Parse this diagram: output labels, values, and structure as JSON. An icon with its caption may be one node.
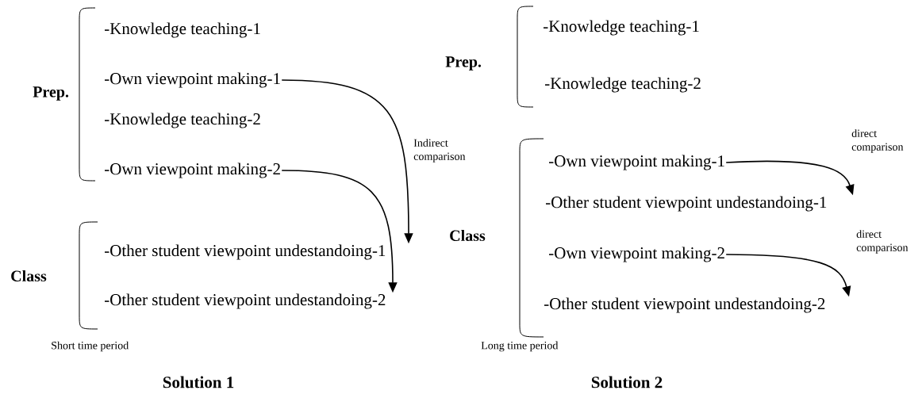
{
  "diagram": {
    "nodes": [
      {
        "text": [
          "-Knowledge teaching-1"
        ]
      },
      {
        "text": [
          "-Own viewpoint making-1"
        ]
      },
      {
        "text": [
          "-Knowledge teaching-2"
        ]
      },
      {
        "text": [
          "-Own viewpoint making-2"
        ]
      },
      {
        "text": [
          "-Other student viewpoint undestandoing-1"
        ]
      },
      {
        "text": [
          "-Other student viewpoint undestandoing-2"
        ]
      },
      {
        "text": [
          "-Knowledge teaching-1"
        ]
      },
      {
        "text": [
          "-Knowledge teaching-2"
        ]
      },
      {
        "text": [
          "-Own viewpoint making-1"
        ]
      },
      {
        "text": [
          "-Other student viewpoint undestandoing-1"
        ]
      },
      {
        "text": [
          "-Own viewpoint making-2"
        ]
      },
      {
        "text": [
          "-Other student viewpoint undestandoing-2"
        ]
      }
    ],
    "edges": [
      {
        "from": 1,
        "to": 4,
        "arrow": "to",
        "label": "Indirect comparison"
      },
      {
        "from": 3,
        "to": 5,
        "arrow": "to"
      },
      {
        "from": 8,
        "to": 9,
        "arrow": "to",
        "label": "direct comparison"
      },
      {
        "from": 10,
        "to": 11,
        "arrow": "to",
        "label": "direct comparison"
      }
    ],
    "labels": [
      "Prep.",
      "Class",
      "Short time period",
      "Solution 1",
      "Prep.",
      "Class",
      "Long time period",
      "Solution 2"
    ]
  }
}
